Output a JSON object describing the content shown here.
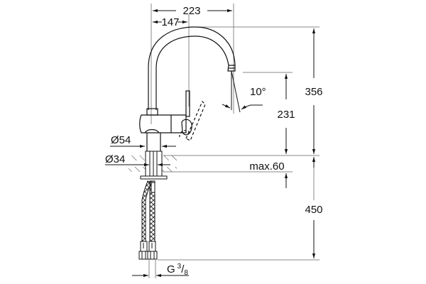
{
  "drawing": {
    "subject": "kitchen faucet dimensional drawing",
    "units": "mm",
    "colors": {
      "line": "#111111",
      "dim_line": "#888888",
      "background": "#ffffff"
    }
  },
  "dimensions": {
    "overall_width": "223",
    "spout_reach": "147",
    "overall_height": "356",
    "spout_outlet_height": "231",
    "spout_angle": "10°",
    "base_diameter": "Ø54",
    "mounting_hole_diameter": "Ø34",
    "max_deck_thickness": "max.60",
    "hose_length": "450",
    "connection_thread_prefix": "G",
    "connection_thread_num": "3",
    "connection_thread_den": "8"
  }
}
